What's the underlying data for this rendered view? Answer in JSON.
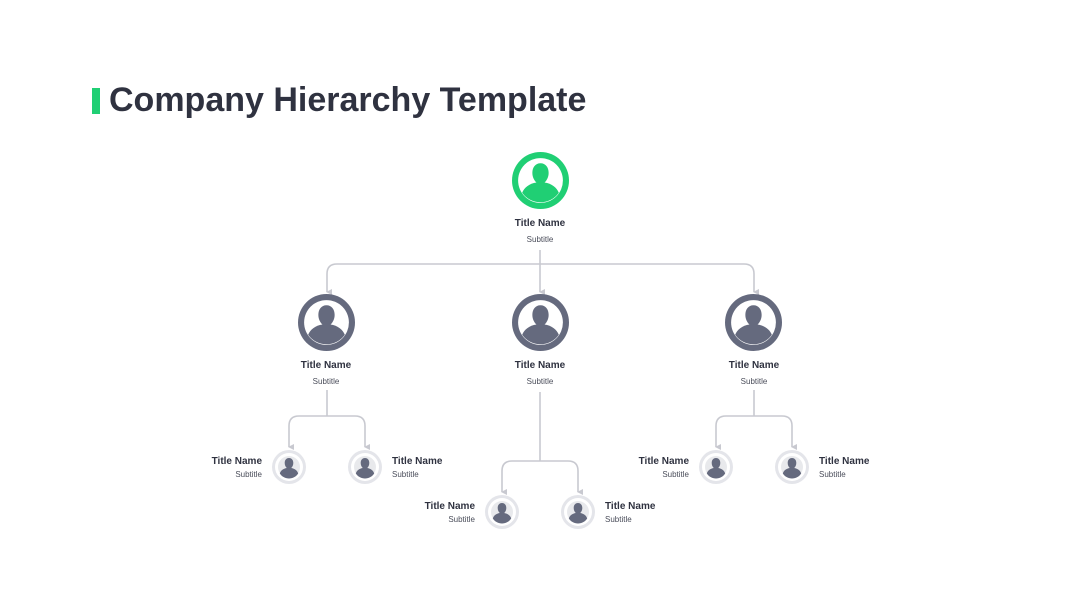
{
  "title": "Company Hierarchy Template",
  "colors": {
    "accent": "#20cf74",
    "node_gray": "#656a7e",
    "connector": "#c8c9d0",
    "text": "#2f3240"
  },
  "root": {
    "name": "Title Name",
    "subtitle": "Subtitle",
    "icon": "person-icon"
  },
  "level2": [
    {
      "name": "Title Name",
      "subtitle": "Subtitle",
      "icon": "person-icon"
    },
    {
      "name": "Title Name",
      "subtitle": "Subtitle",
      "icon": "person-icon"
    },
    {
      "name": "Title Name",
      "subtitle": "Subtitle",
      "icon": "person-icon"
    }
  ],
  "level3": [
    {
      "name": "Title Name",
      "subtitle": "Subtitle",
      "icon": "person-icon"
    },
    {
      "name": "Title Name",
      "subtitle": "Subtitle",
      "icon": "person-icon"
    },
    {
      "name": "Title Name",
      "subtitle": "Subtitle",
      "icon": "person-icon"
    },
    {
      "name": "Title Name",
      "subtitle": "Subtitle",
      "icon": "person-icon"
    },
    {
      "name": "Title Name",
      "subtitle": "Subtitle",
      "icon": "person-icon"
    },
    {
      "name": "Title Name",
      "subtitle": "Subtitle",
      "icon": "person-icon"
    }
  ]
}
